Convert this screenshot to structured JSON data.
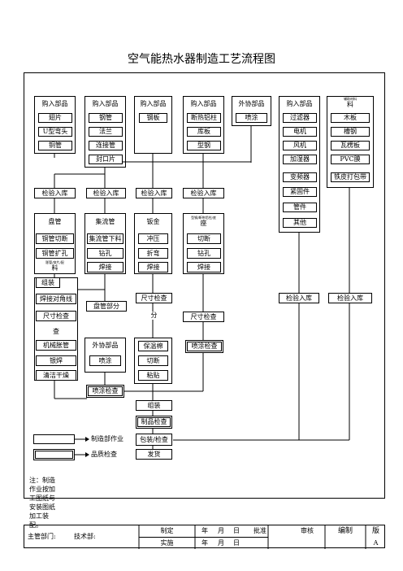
{
  "title": "空气能热水器制造工艺流程图",
  "columns": {
    "c1": {
      "header": "购入部品",
      "items": [
        "翅片",
        "U型弯头",
        "铜管"
      ]
    },
    "c2": {
      "header": "购入部品",
      "items": [
        "钢管",
        "法兰",
        "连接管",
        "封口片"
      ]
    },
    "c3": {
      "header": "购入部品",
      "items": [
        "钢板"
      ]
    },
    "c4": {
      "header": "购入部品",
      "items": [
        "断热铝柱",
        "库板",
        "型钢"
      ]
    },
    "c5": {
      "header": "外协部品",
      "items": [
        "喷涂"
      ]
    },
    "c6": {
      "header": "购入部品",
      "items": [
        "过滤器",
        "电机",
        "风机",
        "加湿器",
        "变频器",
        "紧固件",
        "管件",
        "其他"
      ]
    },
    "c7": {
      "header": "料",
      "header_top": "辅助材料",
      "items": [
        "木板",
        "槽钢",
        "瓦楞板",
        "PVC膜",
        "铁皮打包带"
      ]
    }
  },
  "inspect": [
    "检验入库",
    "检验入库",
    "检验入库",
    "检验入库",
    "检验入库",
    "检验入库"
  ],
  "proc": {
    "p1": {
      "header": "盘管",
      "items": [
        "铜管切断",
        "铜管扩孔"
      ],
      "tiny_top": "胀管/穿片/配",
      "tiny_bottom": "料"
    },
    "p2": {
      "header": "集流管",
      "items": [
        "集流管下料",
        "钻孔",
        "焊接"
      ]
    },
    "p3": {
      "header": "钣金",
      "items": [
        "冲压",
        "折弯",
        "焊接"
      ]
    },
    "p4": {
      "header": "座",
      "header_top": "型钢/断热铝柱/底",
      "items": [
        "切断",
        "钻孔",
        "焊接"
      ]
    }
  },
  "coil": {
    "assemble": "组装",
    "weld": "焊接对角线",
    "dimcheck": "尺寸检查",
    "check_tail": "查",
    "expand": "机械胀管",
    "braze": "银焊",
    "dry": "清洁干燥"
  },
  "coil_part": "盘管部分",
  "dim_check_sm": "尺寸检查",
  "fen": "分",
  "dim_check_fr": "尺寸检查",
  "outsource": {
    "header": "外协部品",
    "item": "喷涂"
  },
  "insul": {
    "header": "保温棉",
    "items": [
      "切断",
      "粘贴"
    ]
  },
  "spray_check_r": "喷涂检查",
  "spray_check_l": "喷涂检查",
  "final": {
    "assemble": "组装",
    "product_check": "制品检查",
    "pack": "包装/检查",
    "ship": "发货"
  },
  "legend": {
    "manufacturing": "制造部作业",
    "quality": "品质检查"
  },
  "note": "注：制造作业按加工图纸与安装图纸加工装配。",
  "footer": {
    "dept": "主管部门:",
    "tech": "技术部:",
    "made": "制定",
    "impl": "实施",
    "year": "年",
    "month": "月",
    "day": "日",
    "approve": "批准",
    "review": "审核",
    "edit": "编制",
    "version": "版",
    "version_val": "A"
  }
}
